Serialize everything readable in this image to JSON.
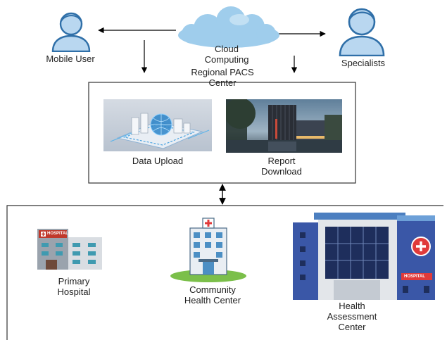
{
  "nodes": {
    "mobile_user": "Mobile User",
    "cloud": "Cloud\nComputing",
    "specialists": "Specialists",
    "pacs": "Regional PACS\nCenter",
    "data_upload": "Data Upload",
    "report_download": "Report\nDownload",
    "primary_hospital": "Primary\nHospital",
    "community": "Community\nHealth Center",
    "health_assessment": "Health\nAssessment\nCenter",
    "hospital_sign": "HOSPITAL",
    "hospital_sign_small": "HOSPITAL"
  },
  "colors": {
    "person_fill": "#b9d7f0",
    "person_stroke": "#2f6fa8",
    "cloud": "#9fcdec",
    "hospital_blue": "#3a57a7",
    "cross_red": "#e03a3a"
  }
}
